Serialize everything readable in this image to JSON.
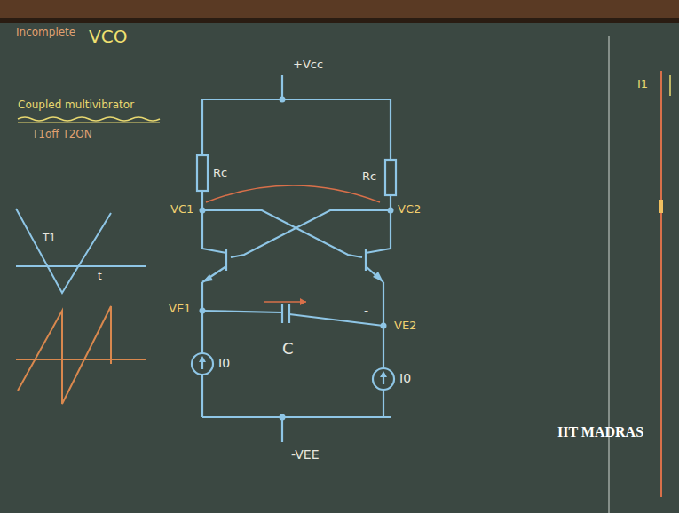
{
  "diagram": {
    "labels": [
      "Incomplete",
      "VCO",
      "Coupled multivibrator",
      "T1off T2ON",
      "+Vcc",
      "Rc",
      "Rc",
      "VC1",
      "VC2",
      "VE1",
      "VE2",
      "C",
      "-",
      "I0",
      "I0",
      "-VEE",
      "IIT MADRAS",
      "T1",
      "t",
      "I1"
    ]
  }
}
